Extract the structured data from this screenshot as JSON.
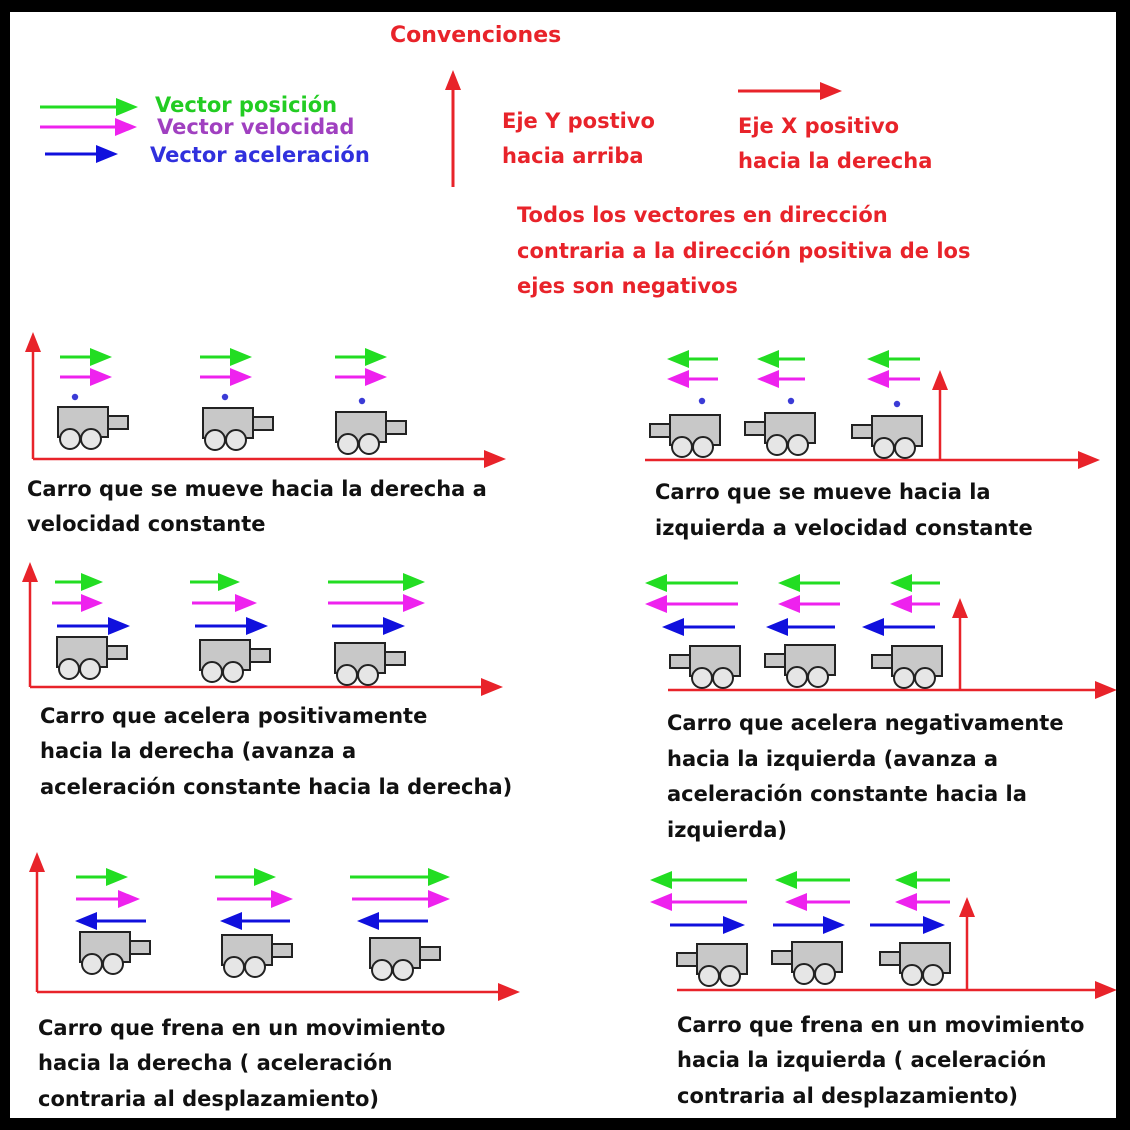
{
  "title": "Convenciones",
  "legend": {
    "position": "Vector posición",
    "velocity": "Vector velocidad",
    "acceleration": "Vector aceleración"
  },
  "axis_y_note": [
    "Eje Y postivo",
    "hacia arriba"
  ],
  "axis_x_note": [
    "Eje X positivo",
    "hacia la derecha"
  ],
  "negative_note": [
    "Todos los vectores en dirección",
    "contraria a la dirección positiva de los",
    "ejes son negativos"
  ],
  "panels": [
    {
      "id": "right-constant",
      "caption": [
        "Carro que se mueve hacia la derecha a",
        "velocidad constante"
      ]
    },
    {
      "id": "left-constant",
      "caption": [
        "Carro que se mueve hacia la",
        "izquierda a velocidad constante"
      ]
    },
    {
      "id": "right-accelerating",
      "caption": [
        "Carro que acelera positivamente",
        "hacia la derecha (avanza a",
        "aceleración constante hacia la derecha)"
      ]
    },
    {
      "id": "left-accelerating",
      "caption": [
        "Carro que acelera negativamente",
        "hacia la izquierda (avanza a",
        "aceleración constante hacia la",
        "izquierda)"
      ]
    },
    {
      "id": "right-braking",
      "caption": [
        "Carro que frena en un movimiento",
        "hacia la derecha ( aceleración",
        "contraria al desplazamiento)"
      ]
    },
    {
      "id": "left-braking",
      "caption": [
        "Carro que frena en un movimiento",
        "hacia la izquierda ( aceleración",
        "contraria al desplazamiento)"
      ]
    }
  ],
  "colors": {
    "position": "#22dd22",
    "velocity": "#ee22ee",
    "acceleration": "#1010dd",
    "axis": "#e8232a",
    "conventions_text": "#e8232a",
    "car_body": "#c8c8c8"
  }
}
